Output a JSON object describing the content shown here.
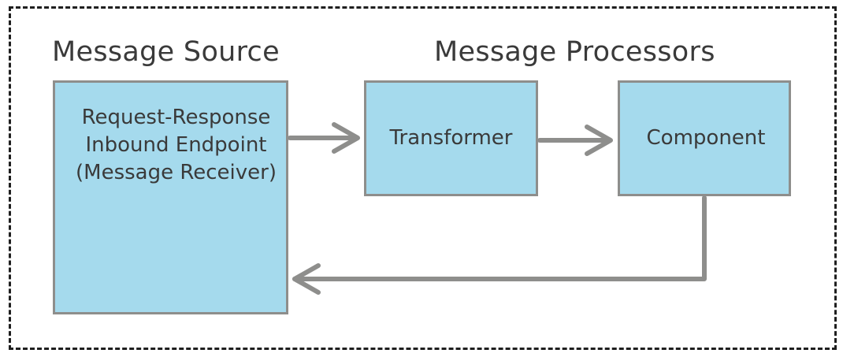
{
  "headings": {
    "source": "Message Source",
    "processors": "Message Processors"
  },
  "nodes": {
    "source": {
      "lines": [
        "Request-Response",
        "Inbound Endpoint",
        "(Message Receiver)"
      ]
    },
    "transformer": {
      "label": "Transformer"
    },
    "component": {
      "label": "Component"
    }
  },
  "edges": [
    {
      "from": "source",
      "to": "transformer"
    },
    {
      "from": "transformer",
      "to": "component"
    },
    {
      "from": "component",
      "to": "source"
    }
  ],
  "colors": {
    "box_fill": "#a5daed",
    "box_border": "#8e8e8c",
    "arrow": "#8e8e8c",
    "frame": "#1f1f1f",
    "text": "#3a3a3a"
  }
}
